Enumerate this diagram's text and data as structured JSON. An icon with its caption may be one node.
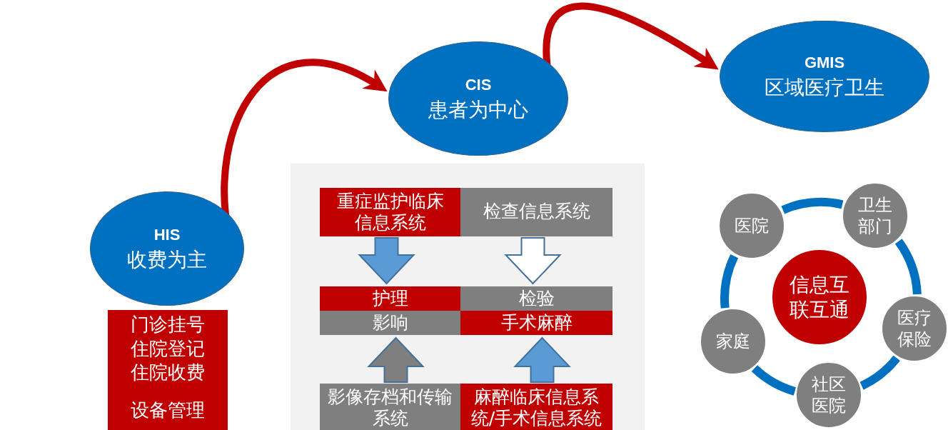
{
  "diagram": {
    "nodes": [
      {
        "text": [
          "HIS",
          "收费为主"
        ]
      },
      {
        "text": [
          "CIS",
          "患者为中心"
        ]
      },
      {
        "text": [
          "GMIS",
          "区域医疗卫生"
        ]
      },
      {
        "text": [
          "门诊挂号",
          "住院登记",
          "住院收费",
          "设备管理"
        ]
      },
      {
        "text": [
          "重症监护临床信息系统"
        ]
      },
      {
        "text": [
          "检查信息系统"
        ]
      },
      {
        "text": [
          "护理"
        ]
      },
      {
        "text": [
          "检验"
        ]
      },
      {
        "text": [
          "影响"
        ]
      },
      {
        "text": [
          "手术麻醉"
        ]
      },
      {
        "text": [
          "影像存档和传输系统"
        ]
      },
      {
        "text": [
          "麻醉临床信息系统/手术信息系统"
        ]
      },
      {
        "text": [
          "医院"
        ]
      },
      {
        "text": [
          "卫生部门"
        ]
      },
      {
        "text": [
          "信息互联互通"
        ]
      },
      {
        "text": [
          "家庭"
        ]
      },
      {
        "text": [
          "医疗保险"
        ]
      },
      {
        "text": [
          "社区医院"
        ]
      }
    ],
    "edges": [
      {
        "from": 0,
        "to": 1,
        "arrow": "to",
        "color": "#c00000"
      },
      {
        "from": 1,
        "to": 2,
        "arrow": "to",
        "color": "#c00000"
      },
      {
        "from": 4,
        "to": 6,
        "arrow": "to",
        "color": "#5b9bd5"
      },
      {
        "from": 5,
        "to": 7,
        "arrow": "to",
        "color": "#ffffff"
      },
      {
        "from": 10,
        "to": 8,
        "arrow": "to",
        "color": "#7f7f7f"
      },
      {
        "from": 11,
        "to": 9,
        "arrow": "to",
        "color": "#5b9bd5"
      },
      {
        "from": 12,
        "to": 13,
        "arrow": "none",
        "color": "#0070c0"
      },
      {
        "from": 13,
        "to": 16,
        "arrow": "none",
        "color": "#0070c0"
      },
      {
        "from": 16,
        "to": 17,
        "arrow": "none",
        "color": "#0070c0"
      },
      {
        "from": 17,
        "to": 15,
        "arrow": "none",
        "color": "#0070c0"
      },
      {
        "from": 15,
        "to": 12,
        "arrow": "none",
        "color": "#0070c0"
      }
    ]
  }
}
